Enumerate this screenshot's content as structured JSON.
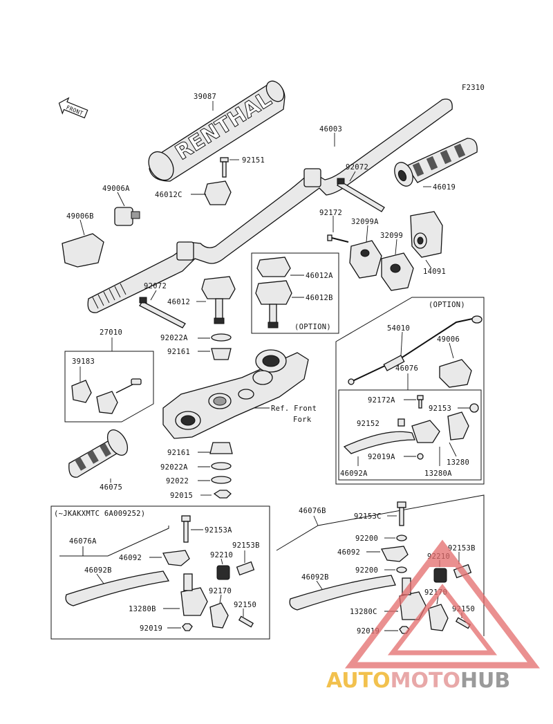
{
  "figure_code": "F2310",
  "front_arrow_label": "FRONT",
  "grip_brand_text": "RENTHAL",
  "ref_note": {
    "line1": "Ref. Front",
    "line2": "Fork"
  },
  "option_labels": {
    "clamp_box": "(OPTION)",
    "throttle_box": "(OPTION)"
  },
  "left_box_serial": "(~JKAKXMTC 6A009252)",
  "watermark": {
    "auto": "AUTO",
    "moto": "MOTO",
    "hub": "HUB"
  },
  "colors": {
    "line": "#111111",
    "part_fill": "#e9e9e9",
    "wm_yellow": "#f2c14e",
    "wm_red": "#e36b6b",
    "wm_gray": "#9a9a9a"
  },
  "parts": {
    "p39087": "39087",
    "p46003": "46003",
    "p92151": "92151",
    "p92072_top": "92072",
    "p46019": "46019",
    "p49006A": "49006A",
    "p46012C": "46012C",
    "p49006B": "49006B",
    "p92172": "92172",
    "p32099A": "32099A",
    "p32099": "32099",
    "p14091": "14091",
    "p46012A": "46012A",
    "p46012B": "46012B",
    "p92072_mid": "92072",
    "p46012": "46012",
    "p27010": "27010",
    "p92022A_top": "92022A",
    "p92161_top": "92161",
    "p39183": "39183",
    "p54010": "54010",
    "p49006": "49006",
    "p46076": "46076",
    "p92172A": "92172A",
    "p92153": "92153",
    "p92152": "92152",
    "p92019A": "92019A",
    "p13280": "13280",
    "p46092A": "46092A",
    "p13280A": "13280A",
    "p92161_bot": "92161",
    "p92022A_bot": "92022A",
    "p92022": "92022",
    "p92015": "92015",
    "p46075": "46075",
    "p46076A": "46076A",
    "p92153A": "92153A",
    "p46092_l": "46092",
    "p92210_l": "92210",
    "p92153B_l": "92153B",
    "p46092B_l": "46092B",
    "p92170_l": "92170",
    "p13280B": "13280B",
    "p92150_l": "92150",
    "p92019_l": "92019",
    "p46076B": "46076B",
    "p92153C": "92153C",
    "p92200_a": "92200",
    "p46092_r": "46092",
    "p92210_r": "92210",
    "p92153B_r": "92153B",
    "p92200_b": "92200",
    "p46092B_r": "46092B",
    "p92170_r": "92170",
    "p13280C": "13280C",
    "p92150_r": "92150",
    "p92019_r": "92019"
  }
}
